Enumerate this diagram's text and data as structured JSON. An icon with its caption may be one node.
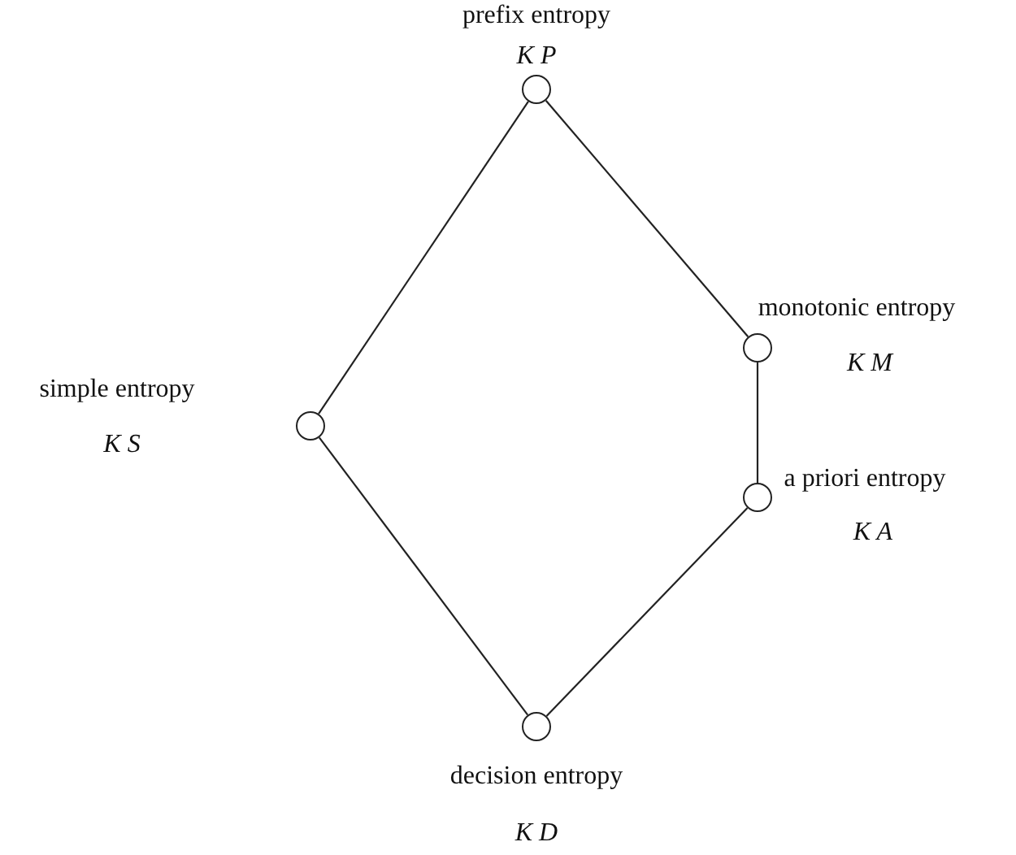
{
  "diagram": {
    "nodes": [
      {
        "text": [],
        "shape": "circle",
        "beside": [
          "prefix entropy",
          "K P"
        ]
      },
      {
        "text": [],
        "shape": "circle",
        "beside": [
          "monotonic entropy",
          "K M"
        ]
      },
      {
        "text": [],
        "shape": "circle",
        "beside": [
          "simple entropy",
          "K S"
        ]
      },
      {
        "text": [],
        "shape": "circle",
        "beside": [
          "a priori entropy",
          "K A"
        ]
      },
      {
        "text": [],
        "shape": "circle",
        "beside": [
          "decision entropy",
          "K D"
        ]
      }
    ],
    "edges": [
      {
        "from": 0,
        "to": 1,
        "arrow": "none"
      },
      {
        "from": 1,
        "to": 3,
        "arrow": "none"
      },
      {
        "from": 3,
        "to": 4,
        "arrow": "none"
      },
      {
        "from": 0,
        "to": 2,
        "arrow": "none"
      },
      {
        "from": 2,
        "to": 4,
        "arrow": "none"
      }
    ]
  }
}
